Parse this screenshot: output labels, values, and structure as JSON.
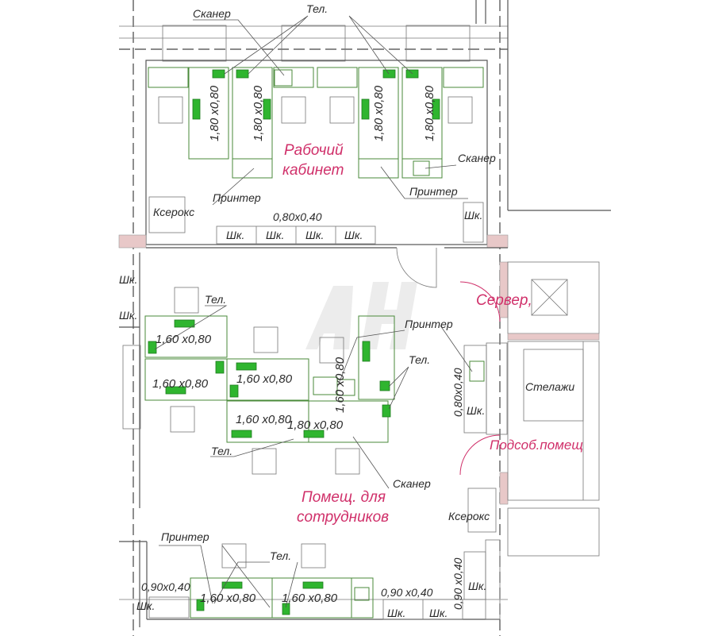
{
  "watermark": "AH",
  "colors": {
    "room_label": "#d0306a",
    "equipment": "#2fb52f",
    "furniture": "#4a8a3a"
  },
  "rooms": {
    "work_office": [
      "Рабочий",
      "кабинет"
    ],
    "server": "Сервер,",
    "utility": "Подсоб.помещ",
    "staff": [
      "Помещ. для",
      "сотрудников"
    ]
  },
  "top": {
    "scanner_1": "Сканер",
    "phone": "Тел.",
    "desks": [
      "1,80 x0,80",
      "1,80 x0,80",
      "1,80 x0,80",
      "1,80 x0,80"
    ],
    "scanner_2": "Сканер",
    "printer_1": "Принтер",
    "printer_2": "Принтер",
    "copier": "Ксерокс",
    "cabinet_dim": "0,80x0,40",
    "cabinets": [
      "Шк.",
      "Шк.",
      "Шк.",
      "Шк."
    ],
    "cabinet_right": "Шк."
  },
  "middle": {
    "cabinets_left": [
      "Шк.",
      "Шк."
    ],
    "phone_1": "Тел.",
    "desks": [
      "1,60 x0,80",
      "1,60 x0,80",
      "1,60 x0,80",
      "1,60 x0,80",
      "1,80 x0,80",
      "1,60 x0,80"
    ],
    "printer": "Принтер",
    "phone_2": "Тел.",
    "shelves": "Стелажи",
    "cabinet_dim": "0,80x0,40",
    "cabinet": "Шк.",
    "phone_3": "Тел.",
    "scanner": "Сканер",
    "copier": "Ксерокс"
  },
  "bottom": {
    "printer": "Принтер",
    "phone": "Тел.",
    "dim_left": "0,90x0,40",
    "desks": [
      "1,60 x0,80",
      "1,60 x0,80"
    ],
    "dim_right": "0,90 x0,40",
    "dim_vertical": "0,90 x0,40",
    "cabinets": [
      "Шк.",
      "Шк.",
      "Шк.",
      "Шк."
    ]
  }
}
